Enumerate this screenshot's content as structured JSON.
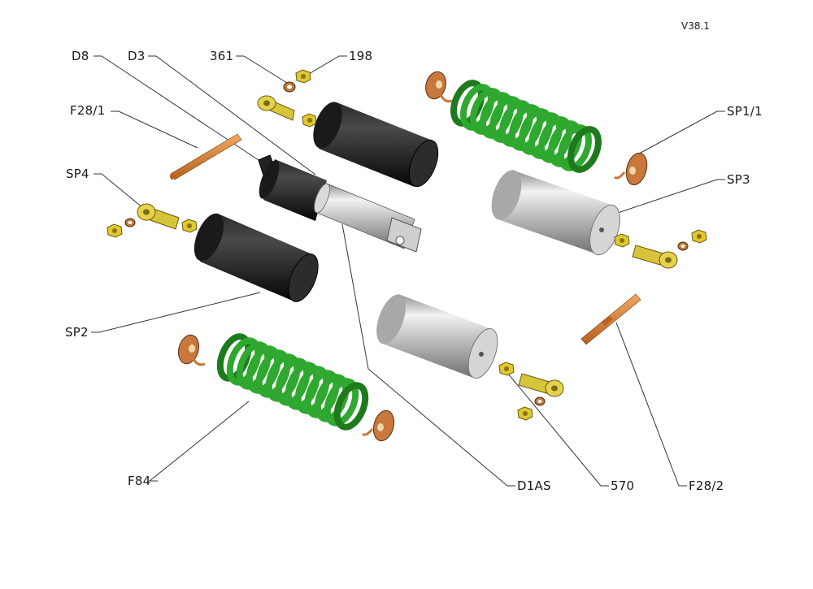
{
  "version_label": "V38.1",
  "callouts": {
    "d8": "D8",
    "d3": "D3",
    "p361": "361",
    "p198": "198",
    "f28_1": "F28/1",
    "sp4": "SP4",
    "sp1_1": "SP1/1",
    "sp3": "SP3",
    "sp2": "SP2",
    "f84": "F84",
    "d1as": "D1AS",
    "p570": "570",
    "f28_2": "F28/2"
  },
  "colors": {
    "spring": "#2fa82f",
    "spring_dark": "#1d7a1d",
    "sleeve": "#141414",
    "steel": "#c9c9c9",
    "brass": "#d8c43a",
    "copper": "#c8783c",
    "rod": "#d88a3a"
  }
}
